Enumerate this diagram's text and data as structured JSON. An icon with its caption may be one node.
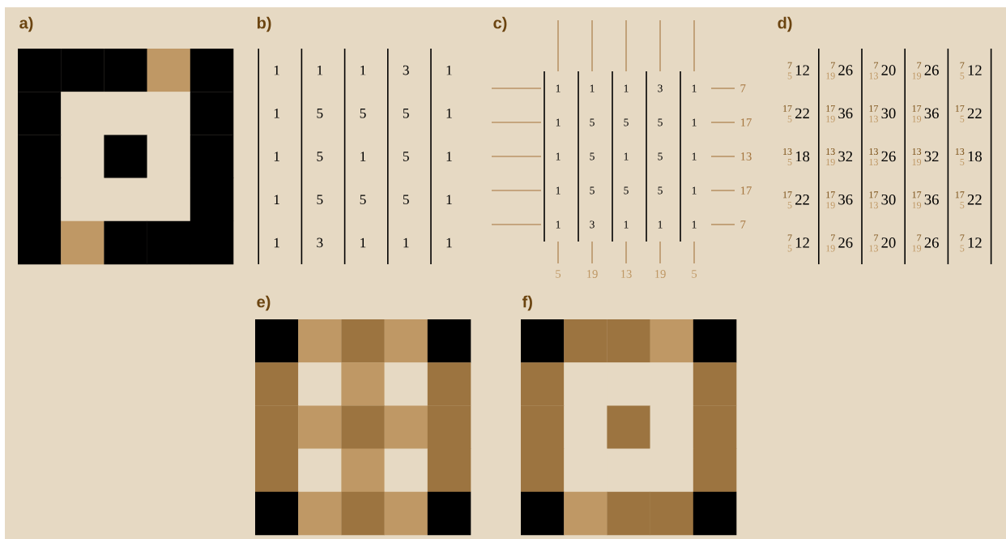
{
  "diagram": {
    "labels": [
      "a)",
      "b)",
      "c)",
      "d)",
      "1",
      "1",
      "1",
      "3",
      "1",
      "1",
      "5",
      "5",
      "5",
      "1",
      "1",
      "5",
      "1",
      "5",
      "1",
      "1",
      "5",
      "5",
      "5",
      "1",
      "1",
      "3",
      "1",
      "1",
      "1",
      "1",
      "1",
      "1",
      "3",
      "1",
      "7",
      "1",
      "5",
      "5",
      "5",
      "1",
      "17",
      "1",
      "5",
      "1",
      "5",
      "1",
      "13",
      "1",
      "5",
      "5",
      "5",
      "1",
      "17",
      "1",
      "3",
      "1",
      "1",
      "1",
      "7",
      "5",
      "19",
      "13",
      "19",
      "5",
      "7",
      "5",
      "12",
      "7",
      "19",
      "26",
      "7",
      "13",
      "20",
      "7",
      "19",
      "26",
      "7",
      "5",
      "12",
      "17",
      "5",
      "22",
      "17",
      "19",
      "36",
      "17",
      "13",
      "30",
      "17",
      "19",
      "36",
      "17",
      "5",
      "22",
      "13",
      "5",
      "18",
      "13",
      "19",
      "32",
      "13",
      "13",
      "26",
      "13",
      "19",
      "32",
      "13",
      "5",
      "18",
      "17",
      "5",
      "22",
      "17",
      "19",
      "36",
      "17",
      "13",
      "30",
      "17",
      "19",
      "36",
      "17",
      "5",
      "22",
      "7",
      "5",
      "12",
      "7",
      "19",
      "26",
      "7",
      "13",
      "20",
      "7",
      "19",
      "26",
      "7",
      "5",
      "12",
      "e)",
      "f)"
    ]
  }
}
